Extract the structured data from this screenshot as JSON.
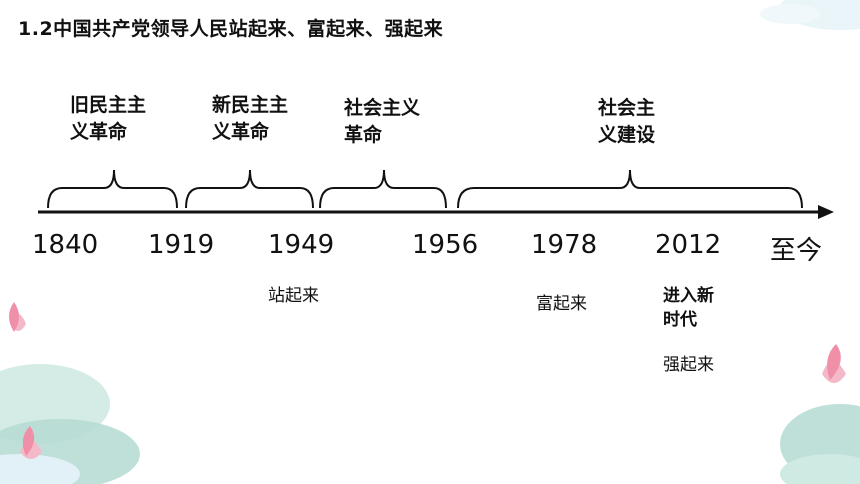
{
  "title": "1.2中国共产党领导人民站起来、富起来、强起来",
  "periods": [
    {
      "line1": "旧民主主",
      "line2": "义革命"
    },
    {
      "line1": "新民主主",
      "line2": "义革命"
    },
    {
      "line1": "社会主义",
      "line2": "革命"
    },
    {
      "line1": "社会主",
      "line2": "义建设"
    }
  ],
  "years": [
    "1840",
    "1919",
    "1949",
    "1956",
    "1978",
    "2012",
    "至今"
  ],
  "notes": {
    "stand_up": "站起来",
    "get_rich": "富起来",
    "new_era_line1": "进入新",
    "new_era_line2": "时代",
    "get_strong": "强起来"
  },
  "colors": {
    "line": "#111111",
    "decor_leaf": "#bfe2dc",
    "decor_lotus": "#f3b9c8",
    "decor_top": "#d8eef4"
  }
}
